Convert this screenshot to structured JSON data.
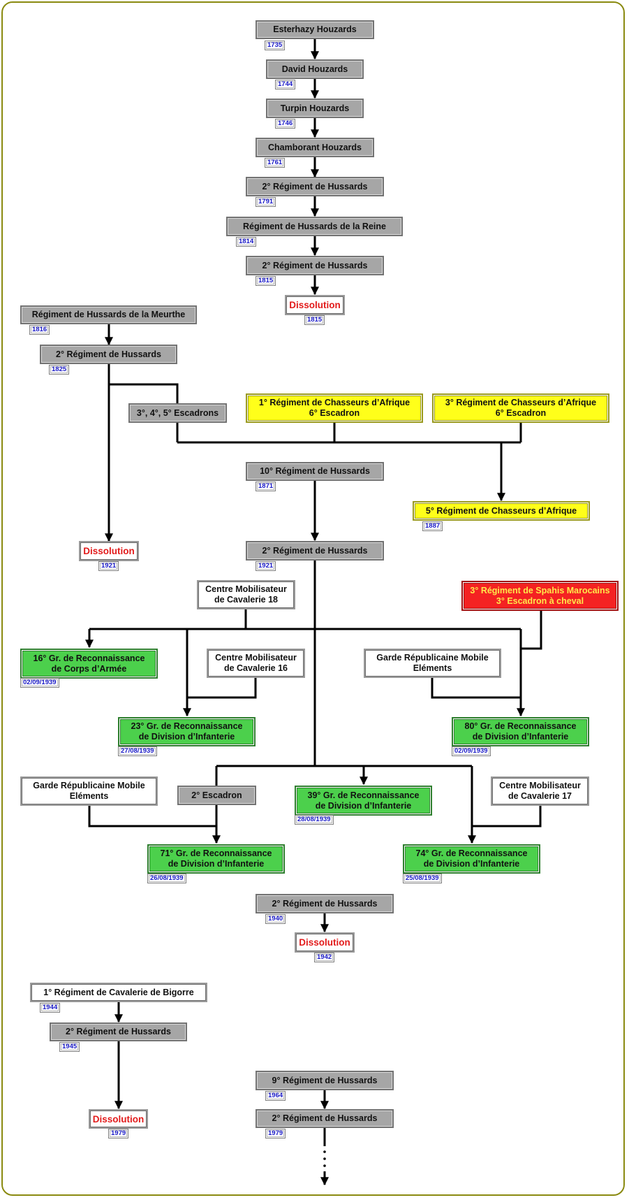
{
  "colors": {
    "gray": "#a6a6a6",
    "white": "#ffffff",
    "yellow": "#ffff1a",
    "green": "#4cd04c",
    "red": "#f42222",
    "date_text": "#1a1ac8",
    "dissolution_text": "#e21b1b",
    "frame": "#8a8a10"
  },
  "nodes": {
    "esterhazy": {
      "label": "Esterhazy Houzards",
      "date": "1735"
    },
    "david": {
      "label": "David Houzards",
      "date": "1744"
    },
    "turpin": {
      "label": "Turpin Houzards",
      "date": "1746"
    },
    "chamborant": {
      "label": "Chamborant Houzards",
      "date": "1761"
    },
    "h2_1791": {
      "label": "2° Régiment de Hussards",
      "date": "1791"
    },
    "reine": {
      "label": "Régiment de Hussards de la Reine",
      "date": "1814"
    },
    "h2_1815": {
      "label": "2° Régiment de Hussards",
      "date": "1815"
    },
    "dissolution_1815": {
      "label": "Dissolution",
      "date": "1815"
    },
    "meurthe": {
      "label": "Régiment de Hussards de la Meurthe",
      "date": "1816"
    },
    "h2_1825": {
      "label": "2° Régiment de Hussards",
      "date": "1825"
    },
    "escadrons_345": {
      "label": "3°, 4°, 5° Escadrons"
    },
    "rca1_esc6": {
      "label": "1° Régiment de Chasseurs d’Afrique\n6° Escadron"
    },
    "rca3_esc6": {
      "label": "3° Régiment de Chasseurs d’Afrique\n6° Escadron"
    },
    "h10_1871": {
      "label": "10° Régiment de Hussards",
      "date": "1871"
    },
    "rca5_1887": {
      "label": "5° Régiment de Chasseurs d’Afrique",
      "date": "1887"
    },
    "dissolution_1921": {
      "label": "Dissolution",
      "date": "1921"
    },
    "h2_1921": {
      "label": "2° Régiment de Hussards",
      "date": "1921"
    },
    "cmc18": {
      "label": "Centre Mobilisateur\nde Cavalerie 18"
    },
    "spahis3": {
      "label": "3° Régiment de Spahis Marocains\n3° Escadron à cheval"
    },
    "gr16": {
      "label": "16° Gr. de Reconnaissance\nde Corps d’Armée",
      "date": "02/09/1939"
    },
    "cmc16": {
      "label": "Centre Mobilisateur\nde Cavalerie 16"
    },
    "grm_1": {
      "label": "Garde Républicaine Mobile\nEléments"
    },
    "gr23": {
      "label": "23° Gr. de Reconnaissance\nde Division d’Infanterie",
      "date": "27/08/1939"
    },
    "gr80": {
      "label": "80° Gr. de Reconnaissance\nde Division d’Infanterie",
      "date": "02/09/1939"
    },
    "grm_2": {
      "label": "Garde Républicaine Mobile\nEléments"
    },
    "escadron2": {
      "label": "2° Escadron"
    },
    "gr39": {
      "label": "39° Gr. de Reconnaissance\nde Division d’Infanterie",
      "date": "28/08/1939"
    },
    "cmc17": {
      "label": "Centre Mobilisateur\nde Cavalerie 17"
    },
    "gr71": {
      "label": "71° Gr. de Reconnaissance\nde Division d’Infanterie",
      "date": "26/08/1939"
    },
    "gr74": {
      "label": "74° Gr. de Reconnaissance\nde Division d’Infanterie",
      "date": "25/08/1939"
    },
    "h2_1940": {
      "label": "2° Régiment de Hussards",
      "date": "1940"
    },
    "dissolution_1942": {
      "label": "Dissolution",
      "date": "1942"
    },
    "bigorre": {
      "label": "1° Régiment de Cavalerie de Bigorre",
      "date": "1944"
    },
    "h2_1945": {
      "label": "2° Régiment de Hussards",
      "date": "1945"
    },
    "dissolution_1979": {
      "label": "Dissolution",
      "date": "1979"
    },
    "h9_1964": {
      "label": "9° Régiment de Hussards",
      "date": "1964"
    },
    "h2_1979": {
      "label": "2° Régiment de Hussards",
      "date": "1979"
    }
  }
}
